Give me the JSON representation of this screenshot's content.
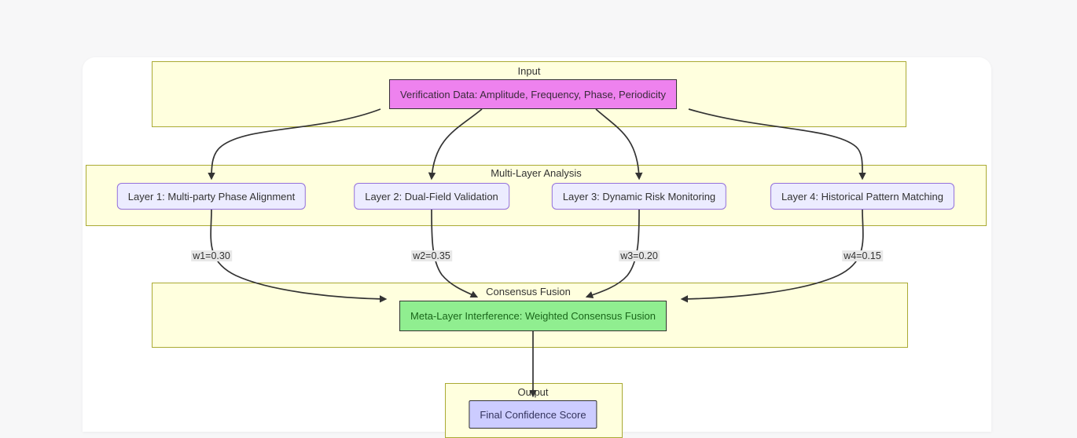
{
  "page": {
    "background_color": "#f7f7f8",
    "card_color": "#ffffff"
  },
  "diagram": {
    "type": "flowchart",
    "clusters": [
      {
        "id": "input",
        "title": "Input"
      },
      {
        "id": "multi-layer-analysis",
        "title": "Multi-Layer Analysis"
      },
      {
        "id": "consensus-fusion",
        "title": "Consensus Fusion"
      },
      {
        "id": "output",
        "title": "Output"
      }
    ],
    "nodes": [
      {
        "id": "verification-data",
        "cluster": "input",
        "label": "Verification Data: Amplitude, Frequency, Phase, Periodicity",
        "fill": "#ee82ee"
      },
      {
        "id": "layer-1",
        "cluster": "multi-layer-analysis",
        "label": "Layer 1: Multi-party Phase Alignment",
        "fill": "#ececff"
      },
      {
        "id": "layer-2",
        "cluster": "multi-layer-analysis",
        "label": "Layer 2: Dual-Field Validation",
        "fill": "#ececff"
      },
      {
        "id": "layer-3",
        "cluster": "multi-layer-analysis",
        "label": "Layer 3: Dynamic Risk Monitoring",
        "fill": "#ececff"
      },
      {
        "id": "layer-4",
        "cluster": "multi-layer-analysis",
        "label": "Layer 4: Historical Pattern Matching",
        "fill": "#ececff"
      },
      {
        "id": "meta-fusion",
        "cluster": "consensus-fusion",
        "label": "Meta-Layer Interference: Weighted Consensus Fusion",
        "fill": "#90ee90"
      },
      {
        "id": "final-score",
        "cluster": "output",
        "label": "Final Confidence Score",
        "fill": "#ccccff"
      }
    ],
    "edges": [
      {
        "from": "verification-data",
        "to": "layer-1",
        "label": ""
      },
      {
        "from": "verification-data",
        "to": "layer-2",
        "label": ""
      },
      {
        "from": "verification-data",
        "to": "layer-3",
        "label": ""
      },
      {
        "from": "verification-data",
        "to": "layer-4",
        "label": ""
      },
      {
        "from": "layer-1",
        "to": "meta-fusion",
        "label": "w1=0.30"
      },
      {
        "from": "layer-2",
        "to": "meta-fusion",
        "label": "w2=0.35"
      },
      {
        "from": "layer-3",
        "to": "meta-fusion",
        "label": "w3=0.20"
      },
      {
        "from": "layer-4",
        "to": "meta-fusion",
        "label": "w4=0.15"
      },
      {
        "from": "meta-fusion",
        "to": "final-score",
        "label": ""
      }
    ],
    "colors": {
      "cluster_fill": "#ffffde",
      "cluster_border": "#aaaa33",
      "layer_border": "#9370db",
      "edge_stroke": "#333333",
      "edge_label_background": "#e8e8e8"
    }
  }
}
